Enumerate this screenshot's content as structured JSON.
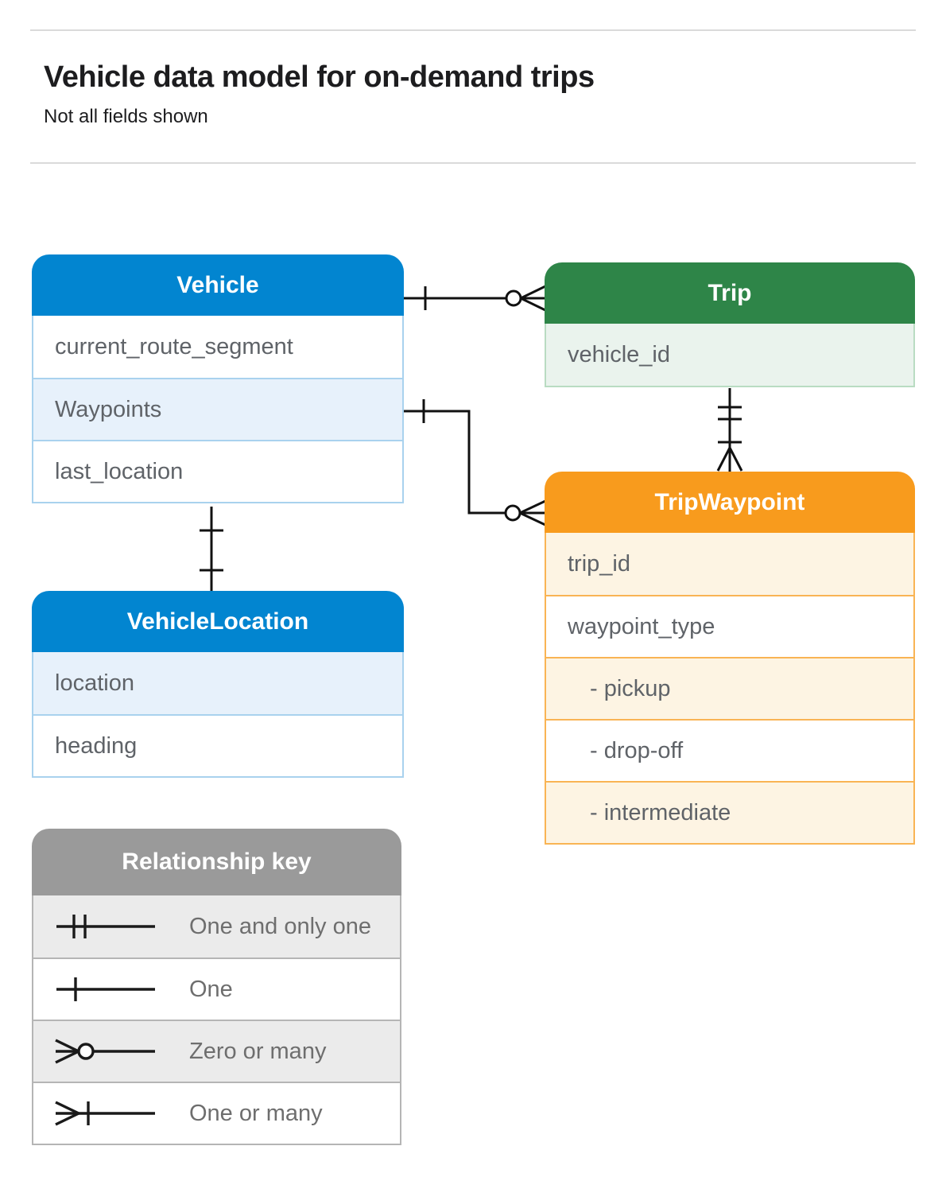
{
  "header": {
    "title": "Vehicle data model for on-demand trips",
    "subtitle": "Not all fields shown"
  },
  "entities": {
    "vehicle": {
      "title": "Vehicle",
      "fields": [
        "current_route_segment",
        "Waypoints",
        "last_location"
      ]
    },
    "trip": {
      "title": "Trip",
      "fields": [
        "vehicle_id"
      ]
    },
    "trip_waypoint": {
      "title": "TripWaypoint",
      "fields": [
        "trip_id",
        "waypoint_type",
        "- pickup",
        "- drop-off",
        "- intermediate"
      ]
    },
    "vehicle_location": {
      "title": "VehicleLocation",
      "fields": [
        "location",
        "heading"
      ]
    }
  },
  "legend": {
    "title": "Relationship key",
    "items": [
      {
        "symbol": "one-and-only-one",
        "label": "One and only one"
      },
      {
        "symbol": "one",
        "label": "One"
      },
      {
        "symbol": "zero-or-many",
        "label": "Zero or many"
      },
      {
        "symbol": "one-or-many",
        "label": "One or many"
      }
    ]
  },
  "relationships": [
    {
      "from": "Vehicle",
      "to": "Trip",
      "from_cardinality": "one",
      "to_cardinality": "zero-or-many"
    },
    {
      "from": "Vehicle.Waypoints",
      "to": "TripWaypoint",
      "from_cardinality": "one",
      "to_cardinality": "zero-or-many"
    },
    {
      "from": "Trip",
      "to": "TripWaypoint",
      "from_cardinality": "one-and-only-one",
      "to_cardinality": "one-or-many"
    },
    {
      "from": "Vehicle.last_location",
      "to": "VehicleLocation",
      "from_cardinality": "one",
      "to_cardinality": "one"
    }
  ],
  "colors": {
    "blue": "#0285d0",
    "green": "#2e8548",
    "orange": "#f89b1d",
    "gray": "#9a9a9a",
    "blue_light": "#e7f1fb",
    "green_light": "#eaf3ed",
    "orange_light": "#fdf4e3",
    "gray_light": "#ebebeb"
  }
}
